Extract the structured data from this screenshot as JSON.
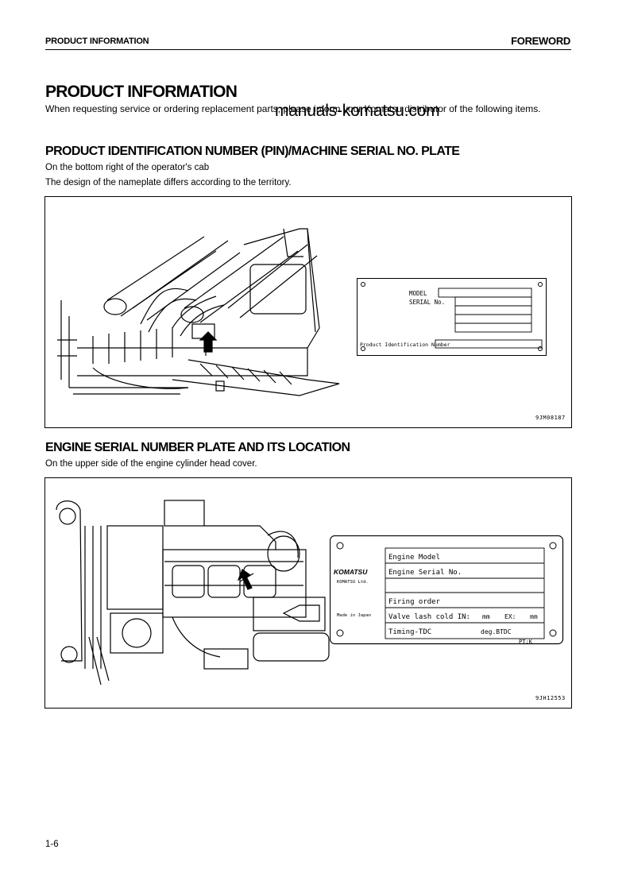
{
  "header": {
    "left": "PRODUCT INFORMATION",
    "right": "FOREWORD"
  },
  "watermark": "manuals-komatsu.com",
  "title": "PRODUCT INFORMATION",
  "intro": "When requesting service or ordering replacement parts, please inform your Komatsu distributor of the following items.",
  "section1": {
    "heading": "PRODUCT IDENTIFICATION NUMBER (PIN)/MACHINE SERIAL NO. PLATE",
    "line1": "On the bottom right of the operator's cab",
    "line2": "The design of the nameplate differs according to the territory.",
    "plate": {
      "model_label": "MODEL",
      "serial_label": "SERIAL No.",
      "pin_label": "Product Identification Number"
    },
    "figure_code": "9JM08187"
  },
  "section2": {
    "heading": "ENGINE SERIAL NUMBER PLATE AND ITS LOCATION",
    "line1": "On the upper side of the engine cylinder head cover.",
    "plate": {
      "brand": "KOMATSU",
      "brand_sub": "KOMATSU Ltd.",
      "made_in": "Made in Japan",
      "engine_model": "Engine Model",
      "engine_serial": "Engine Serial No.",
      "firing_order": "Firing order",
      "valve_lash": "Valve lash cold IN:",
      "unit_mm_in": "mm",
      "ex_label": "EX:",
      "unit_mm_ex": "mm",
      "timing": "Timing-TDC",
      "deg": "deg.BTDC",
      "pt": "PT:K"
    },
    "figure_code": "9JH12553"
  },
  "page_number": "1-6"
}
